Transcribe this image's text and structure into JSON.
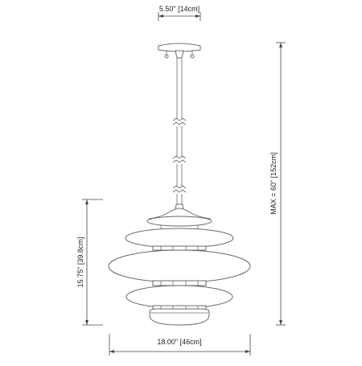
{
  "dimensions": {
    "canopy_width": "5.50\" [14cm]",
    "max_height": "MAX = 60\" [152cm]",
    "body_height": "15.75\" [39.8cm]",
    "body_width": "18.00\" [46cm]"
  },
  "fixture": {
    "type": "tiered pendant lamp",
    "tiers": 4,
    "line_color": "#6b6b6b"
  }
}
